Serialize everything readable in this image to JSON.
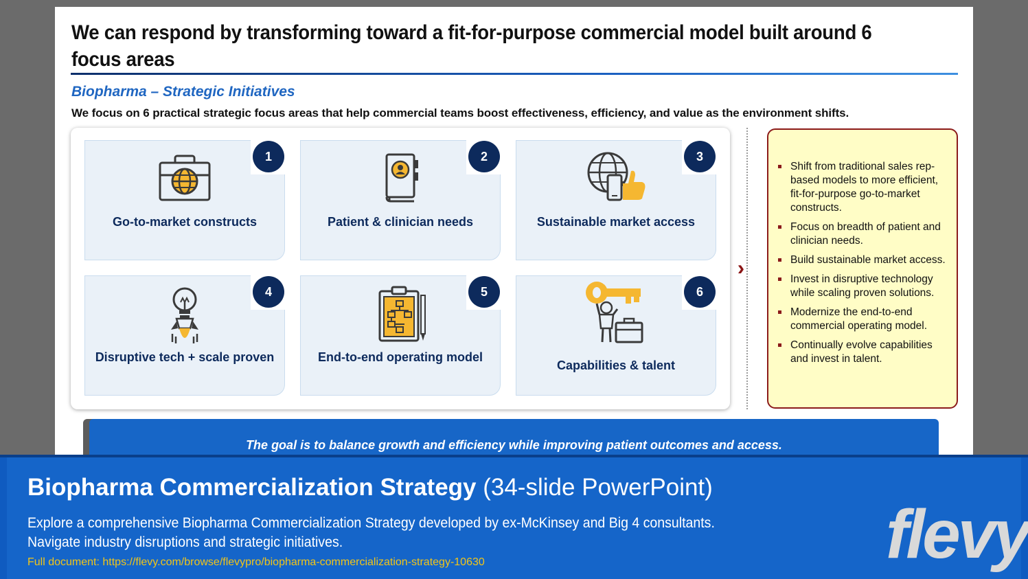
{
  "slide": {
    "title": "We can respond by transforming toward a fit-for-purpose commercial model built around 6 focus areas",
    "section_title": "Biopharma – Strategic Initiatives",
    "subtitle": "We focus on 6 practical strategic focus areas that help commercial teams boost effectiveness, efficiency, and value as the environment shifts."
  },
  "focus_areas": [
    {
      "number": "1",
      "label": "Go-to-market constructs",
      "icon": "briefcase-globe-icon"
    },
    {
      "number": "2",
      "label": "Patient & clinician needs",
      "icon": "patient-record-book-icon"
    },
    {
      "number": "3",
      "label": "Sustainable market access",
      "icon": "globe-phone-thumbs-up-icon"
    },
    {
      "number": "4",
      "label": "Disruptive tech + scale proven",
      "icon": "lightbulb-rocket-icon"
    },
    {
      "number": "5",
      "label": "End-to-end operating model",
      "icon": "clipboard-flowchart-icon"
    },
    {
      "number": "6",
      "label": "Capabilities & talent",
      "icon": "person-key-briefcase-icon"
    }
  ],
  "notes": [
    "Shift from traditional sales rep-based models to more efficient, fit-for-purpose go-to-market constructs.",
    "Focus on breadth of patient and clinician needs.",
    "Build sustainable market access.",
    "Invest in disruptive technology while scaling proven solutions.",
    "Modernize the end-to-end commercial operating model.",
    "Continually evolve capabilities and invest in talent."
  ],
  "goal": "The goal is to balance growth and efficiency while improving patient outcomes and access.",
  "footer": {
    "title_bold": "Biopharma Commercialization Strategy",
    "title_light": " (34-slide PowerPoint)",
    "desc_line1": "Explore a comprehensive Biopharma Commercialization Strategy developed by ex-McKinsey and Big 4 consultants.",
    "desc_line2": "Navigate industry disruptions and strategic initiatives.",
    "link": "Full document: https://flevy.com/browse/flevypro/biopharma-commercialization-strategy-10630",
    "brand": "flevy"
  },
  "colors": {
    "navy": "#0d2a5c",
    "accent_blue": "#1f66c1",
    "icon_yellow": "#f5b731",
    "maroon": "#8b1a1a",
    "note_bg": "#fffdc6",
    "footer_blue": "#1565c9",
    "link_yellow": "#f2c518"
  }
}
